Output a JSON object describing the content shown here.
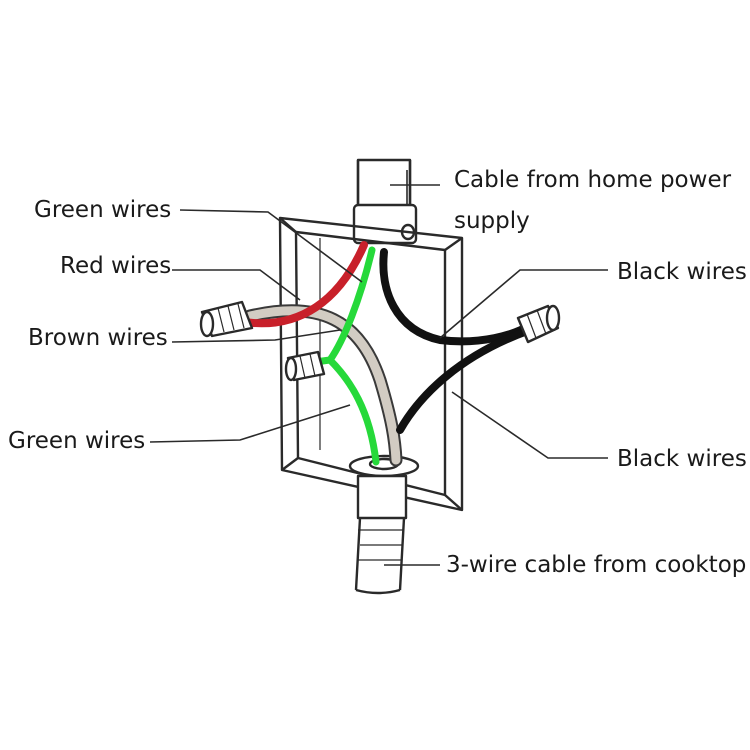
{
  "labels": {
    "cable_home": "Cable from home power",
    "cable_home_2": "supply",
    "green_top": "Green wires",
    "red": "Red wires",
    "brown": "Brown wires",
    "green_bottom": "Green wires",
    "black_top": "Black wires",
    "black_bottom": "Black wires",
    "cooktop": "3-wire cable from cooktop"
  },
  "colors": {
    "red_wire": "#c8202a",
    "green_wire": "#26d93a",
    "black_wire": "#111111",
    "brown_wire": "#d2ccc3",
    "outline": "#2a2a2a"
  }
}
